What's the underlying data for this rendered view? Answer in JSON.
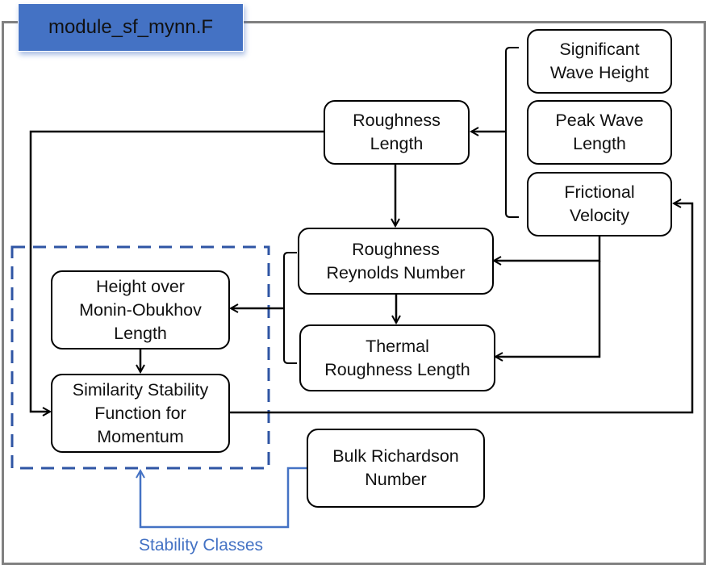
{
  "title": "module_sf_mynn.F",
  "colors": {
    "title_bg": "#4472c4",
    "frame": "#808080",
    "dashed_group": "#2f55a4",
    "stability_link": "#4472c4",
    "line": "#000000"
  },
  "nodes": {
    "significant_wave_height": "Significant\nWave Height",
    "peak_wave_length": "Peak Wave\nLength",
    "frictional_velocity": "Frictional\nVelocity",
    "roughness_length": "Roughness\nLength",
    "roughness_reynolds_number": "Roughness\nReynolds Number",
    "thermal_roughness_length": "Thermal\nRoughness Length",
    "height_over_monin_obukhov_length": "Height over\nMonin-Obukhov\nLength",
    "similarity_stability_function": "Similarity Stability\nFunction for\nMomentum",
    "bulk_richardson_number": "Bulk Richardson\nNumber"
  },
  "annotations": {
    "stability_classes": "Stability Classes"
  },
  "edges": [
    {
      "from": "significant_wave_height+peak_wave_length+frictional_velocity",
      "to": "roughness_length"
    },
    {
      "from": "roughness_length",
      "to": "roughness_reynolds_number"
    },
    {
      "from": "roughness_length",
      "to": "similarity_stability_function"
    },
    {
      "from": "frictional_velocity",
      "to": "roughness_reynolds_number"
    },
    {
      "from": "frictional_velocity",
      "to": "thermal_roughness_length"
    },
    {
      "from": "roughness_reynolds_number",
      "to": "thermal_roughness_length"
    },
    {
      "from": "roughness_reynolds_number+thermal_roughness_length",
      "to": "height_over_monin_obukhov_length"
    },
    {
      "from": "height_over_monin_obukhov_length",
      "to": "similarity_stability_function"
    },
    {
      "from": "similarity_stability_function",
      "to": "frictional_velocity"
    },
    {
      "from": "bulk_richardson_number",
      "to": "stability_group",
      "label": "Stability Classes"
    }
  ]
}
